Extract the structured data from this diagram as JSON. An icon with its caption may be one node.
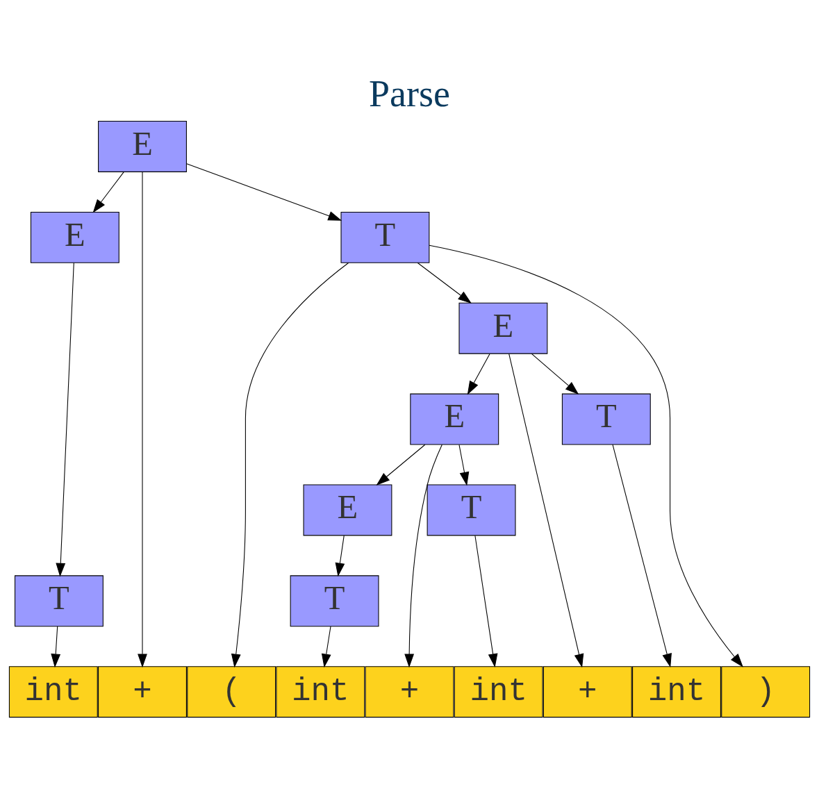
{
  "diagram": {
    "title": "Parse",
    "nodes": [
      {
        "text": [
          "E"
        ]
      },
      {
        "text": [
          "T"
        ]
      },
      {
        "text": [
          "E"
        ]
      },
      {
        "text": [
          "E"
        ]
      },
      {
        "text": [
          "E"
        ]
      },
      {
        "text": [
          "T"
        ]
      },
      {
        "text": [
          "E"
        ]
      },
      {
        "text": [
          "T"
        ]
      },
      {
        "text": [
          "T"
        ]
      },
      {
        "text": [
          "T"
        ]
      },
      {
        "text": [
          "int"
        ]
      },
      {
        "text": [
          "+"
        ]
      },
      {
        "text": [
          "("
        ]
      },
      {
        "text": [
          "int"
        ]
      },
      {
        "text": [
          "+"
        ]
      },
      {
        "text": [
          "int"
        ]
      },
      {
        "text": [
          "+"
        ]
      },
      {
        "text": [
          "int"
        ]
      },
      {
        "text": [
          ")"
        ]
      }
    ],
    "edges": [
      {
        "from": 0,
        "to": 4,
        "arrow": "to"
      },
      {
        "from": 0,
        "to": 11,
        "arrow": "to"
      },
      {
        "from": 0,
        "to": 1,
        "arrow": "to"
      },
      {
        "from": 1,
        "to": 12,
        "arrow": "to"
      },
      {
        "from": 1,
        "to": 2,
        "arrow": "to"
      },
      {
        "from": 1,
        "to": 18,
        "arrow": "to"
      },
      {
        "from": 2,
        "to": 3,
        "arrow": "to"
      },
      {
        "from": 2,
        "to": 16,
        "arrow": "to"
      },
      {
        "from": 2,
        "to": 9,
        "arrow": "to"
      },
      {
        "from": 3,
        "to": 6,
        "arrow": "to"
      },
      {
        "from": 3,
        "to": 14,
        "arrow": "to"
      },
      {
        "from": 3,
        "to": 8,
        "arrow": "to"
      },
      {
        "from": 4,
        "to": 5,
        "arrow": "to"
      },
      {
        "from": 5,
        "to": 10,
        "arrow": "to"
      },
      {
        "from": 6,
        "to": 7,
        "arrow": "to"
      },
      {
        "from": 7,
        "to": 13,
        "arrow": "to"
      },
      {
        "from": 8,
        "to": 15,
        "arrow": "to"
      },
      {
        "from": 9,
        "to": 17,
        "arrow": "to"
      }
    ]
  }
}
